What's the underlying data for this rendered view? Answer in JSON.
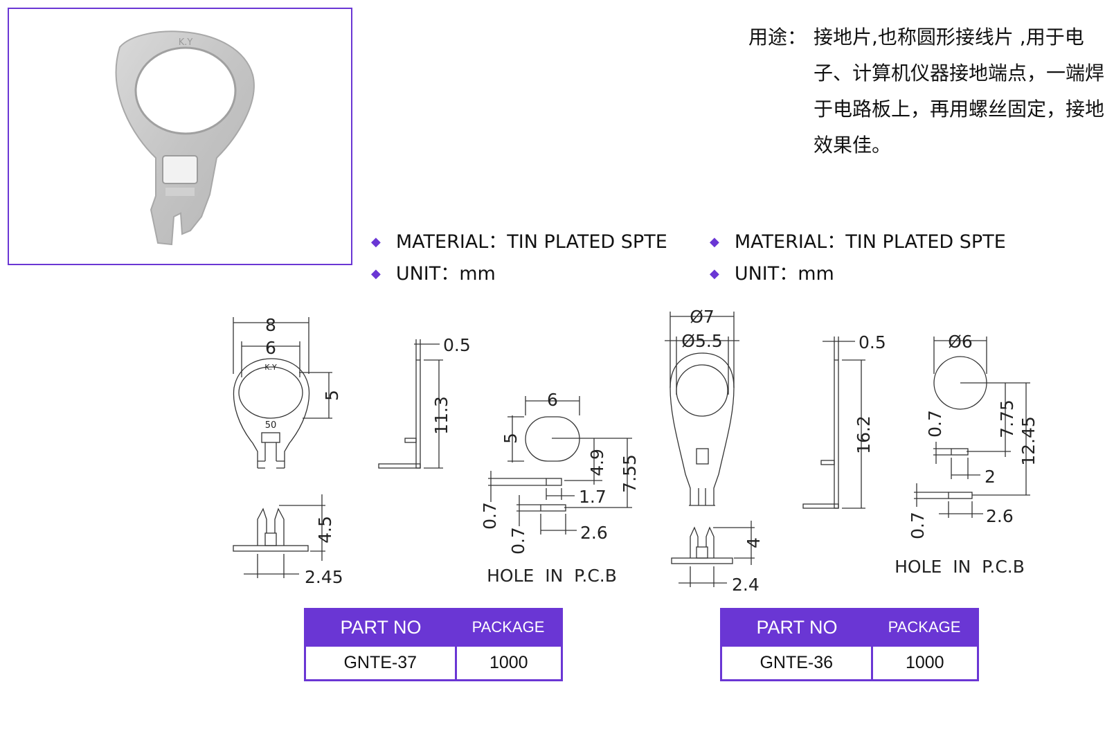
{
  "usage": {
    "label": "用途：",
    "text": "接地片,也称圆形接线片 ,用于电子、计算机仪器接地端点，一端焊于电路板上，再用螺丝固定，接地效果佳。"
  },
  "photo": {
    "engraving": "K.Y"
  },
  "left_product": {
    "material": "MATERIAL：TIN PLATED SPTE",
    "unit": "UNIT：mm",
    "dims": {
      "outer_width": "8",
      "inner_width": "6",
      "hole_height": "5",
      "thickness": "0.5",
      "height": "11.3",
      "pin_height": "4.5",
      "pin_width": "2.45",
      "pcb_width": "6",
      "pcb_height": "5",
      "pcb_offset1": "4.9",
      "pcb_offset2": "7.55",
      "slot_w1": "1.7",
      "slot_w2": "2.6",
      "slot_h1": "0.7",
      "slot_h2": "0.7",
      "marking_top": "K.Y",
      "marking_bottom": "50",
      "hole_caption": "HOLE  IN  P.C.B"
    },
    "table": {
      "col1": "PART NO",
      "col2": "PACKAGE",
      "part_no": "GNTE-37",
      "package": "1000"
    }
  },
  "right_product": {
    "material": "MATERIAL：TIN PLATED SPTE",
    "unit": "UNIT：mm",
    "dims": {
      "outer_dia": "Ø7",
      "inner_dia": "Ø5.5",
      "thickness": "0.5",
      "height": "16.2",
      "pin_height": "4",
      "pin_width": "2.4",
      "pcb_dia": "Ø6",
      "pcb_offset1": "7.75",
      "pcb_offset2": "12.45",
      "slot_h1": "0.7",
      "slot_w1": "2",
      "slot_w2": "2.6",
      "slot_h2": "0.7",
      "hole_caption": "HOLE  IN  P.C.B"
    },
    "table": {
      "col1": "PART NO",
      "col2": "PACKAGE",
      "part_no": "GNTE-36",
      "package": "1000"
    }
  },
  "colors": {
    "accent": "#6a36d4",
    "line": "#333333"
  }
}
